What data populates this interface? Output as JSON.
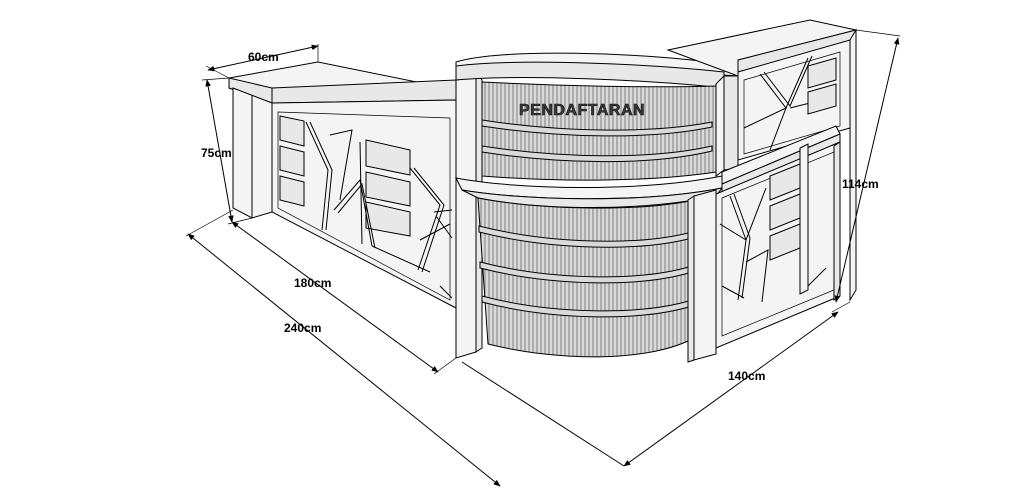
{
  "sign_text": "PENDAFTARAN",
  "dimensions": {
    "depth_top": "60cm",
    "height_low": "75cm",
    "length_inner": "180cm",
    "length_outer": "240cm",
    "return_length": "140cm",
    "height_high": "114cm"
  },
  "colors": {
    "line": "#000000",
    "panel_light": "#f4f4f4",
    "panel_mid": "#e8e8e8",
    "gap": "#8a8a8a"
  }
}
